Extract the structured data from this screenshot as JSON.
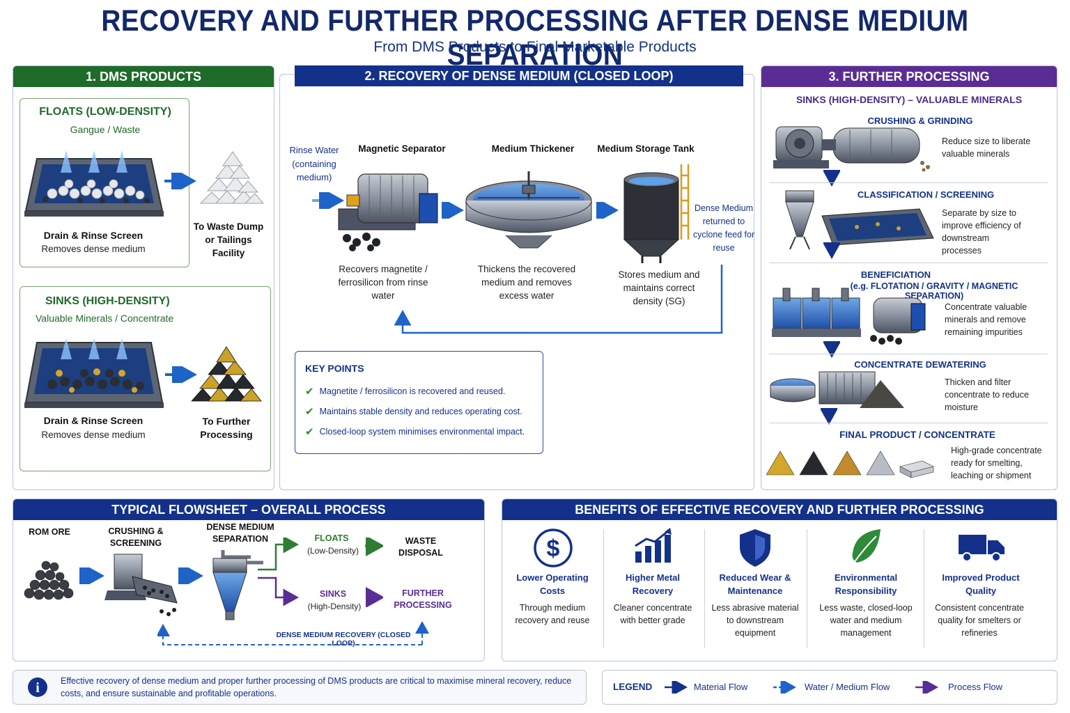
{
  "header": {
    "title": "RECOVERY AND FURTHER PROCESSING AFTER DENSE MEDIUM SEPARATION",
    "subtitle": "From DMS Products to Final Marketable Products"
  },
  "colors": {
    "green": "#1f6b2a",
    "navy": "#13318a",
    "purple": "#5a2d94",
    "gold": "#c9a227",
    "grey": "#7a8190"
  },
  "section1": {
    "title": "1. DMS PRODUCTS",
    "floats": {
      "title": "FLOATS (LOW-DENSITY)",
      "subtitle": "Gangue / Waste",
      "screen_label": "Drain & Rinse Screen",
      "screen_desc": "Removes dense medium",
      "dest": "To Waste Dump or Tailings Facility"
    },
    "sinks": {
      "title": "SINKS (HIGH-DENSITY)",
      "subtitle": "Valuable Minerals / Concentrate",
      "screen_label": "Drain & Rinse Screen",
      "screen_desc": "Removes dense medium",
      "dest": "To Further Processing"
    }
  },
  "section2": {
    "title": "2. RECOVERY OF DENSE MEDIUM (CLOSED LOOP)",
    "rinse": "Rinse Water (containing medium)",
    "steps": [
      {
        "name": "Magnetic Separator",
        "desc": "Recovers magnetite / ferrosilicon from rinse water"
      },
      {
        "name": "Medium Thickener",
        "desc": "Thickens the recovered medium and removes excess water"
      },
      {
        "name": "Medium Storage Tank",
        "desc": "Stores medium and maintains correct density (SG)"
      }
    ],
    "return_note": "Dense Medium returned to cyclone feed for reuse",
    "key_points": {
      "title": "KEY POINTS",
      "items": [
        "Magnetite / ferrosilicon is recovered and reused.",
        "Maintains stable density and reduces operating cost.",
        "Closed-loop system minimises environmental impact."
      ]
    }
  },
  "section3": {
    "title": "3. FURTHER PROCESSING",
    "subtitle": "SINKS (HIGH-DENSITY) – VALUABLE MINERALS",
    "steps": [
      {
        "name": "CRUSHING & GRINDING",
        "desc": "Reduce size to liberate valuable minerals"
      },
      {
        "name": "CLASSIFICATION / SCREENING",
        "desc": "Separate by size to improve efficiency of downstream processes"
      },
      {
        "name": "BENEFICIATION",
        "note": "(e.g. FLOTATION / GRAVITY / MAGNETIC SEPARATION)",
        "desc": "Concentrate valuable minerals and remove remaining impurities"
      },
      {
        "name": "CONCENTRATE DEWATERING",
        "desc": "Thicken and filter concentrate to reduce moisture"
      },
      {
        "name": "FINAL PRODUCT / CONCENTRATE",
        "desc": "High-grade concentrate ready for smelting, leaching or shipment"
      }
    ]
  },
  "flowsheet": {
    "title": "TYPICAL FLOWSHEET – OVERALL PROCESS",
    "rom": "ROM ORE",
    "crush": "CRUSHING & SCREENING",
    "dms": "DENSE MEDIUM SEPARATION",
    "floats": "FLOATS",
    "floats_sub": "(Low-Density)",
    "waste": "WASTE DISPOSAL",
    "sinks": "SINKS",
    "sinks_sub": "(High-Density)",
    "further": "FURTHER PROCESSING",
    "loop": "DENSE MEDIUM RECOVERY (CLOSED LOOP)"
  },
  "benefits": {
    "title": "BENEFITS OF EFFECTIVE RECOVERY AND FURTHER PROCESSING",
    "items": [
      {
        "icon": "dollar-icon",
        "title": "Lower Operating Costs",
        "desc": "Through medium recovery and reuse"
      },
      {
        "icon": "chart-icon",
        "title": "Higher Metal Recovery",
        "desc": "Cleaner concentrate with better grade"
      },
      {
        "icon": "shield-icon",
        "title": "Reduced Wear & Maintenance",
        "desc": "Less abrasive material to downstream equipment"
      },
      {
        "icon": "leaf-icon",
        "title": "Environmental Responsibility",
        "desc": "Less waste, closed-loop water and medium management"
      },
      {
        "icon": "truck-icon",
        "title": "Improved Product Quality",
        "desc": "Consistent concentrate quality for smelters or refineries"
      }
    ]
  },
  "info": {
    "text": "Effective recovery of dense medium and proper further processing of DMS products are critical to maximise mineral recovery, reduce costs, and ensure sustainable and profitable operations."
  },
  "legend": {
    "title": "LEGEND",
    "material": "Material Flow",
    "water": "Water / Medium Flow",
    "process": "Process Flow"
  }
}
